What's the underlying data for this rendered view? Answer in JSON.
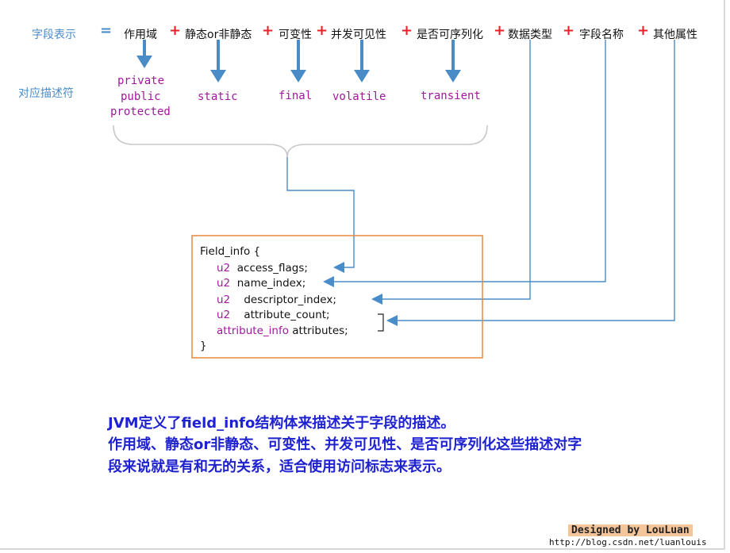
{
  "header": {
    "label": "字段表示",
    "equals": "=",
    "plus": "+",
    "parts": [
      "作用域",
      "静态or非静态",
      "可变性",
      "并发可见性",
      "是否可序列化",
      "数据类型",
      "字段名称",
      "其他属性"
    ]
  },
  "descriptors": {
    "label": "对应描述符",
    "scope": [
      "private",
      "public",
      "protected"
    ],
    "static": "static",
    "final": "final",
    "volatile": "volatile",
    "transient": "transient"
  },
  "code": {
    "open": "Field_info {",
    "lines": [
      {
        "type": "u2",
        "name": "access_flags;"
      },
      {
        "type": "u2",
        "name": "name_index;"
      },
      {
        "type": "u2",
        "name": "descriptor_index;"
      },
      {
        "type": "u2",
        "name": "attribute_count;"
      },
      {
        "type": "attribute_info",
        "name": "attributes;"
      }
    ],
    "close": "}"
  },
  "note": {
    "line1_a": "JVM定义了",
    "line1_b": "field_info",
    "line1_c": "结构体来描述关于字段的描述。",
    "line2": "作用域、静态or非静态、可变性、并发可见性、是否可序列化这些描述对字",
    "line3": "段来说就是有和无的关系，适合使用访问标志来表示。"
  },
  "credit": {
    "designed": "Designed by LouLuan",
    "url": "http://blog.csdn.net/luanlouis"
  },
  "colors": {
    "arrow": "#4a8cc8",
    "plus": "#e8202a",
    "keyword": "#a0189c",
    "note": "#1f22d0",
    "box_border": "#e9883c"
  }
}
